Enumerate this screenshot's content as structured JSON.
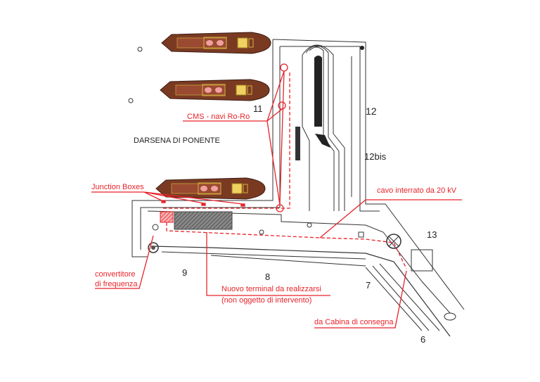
{
  "map": {
    "basin_name": "DARSENA DI PONENTE",
    "berths": [
      "11",
      "12",
      "12bis",
      "13",
      "9",
      "8",
      "7",
      "6"
    ]
  },
  "annotations": {
    "cms": "CMS - navi Ro-Ro",
    "junction_boxes": "Junction Boxes",
    "cable": "cavo interrato da 20 kV",
    "converter_line1": "convertitore",
    "converter_line2": "di frequenza",
    "terminal_line1": "Nuovo terminal da realizzarsi",
    "terminal_line2": "(non oggetto di intervento)",
    "substation": "da Cabina di consegna"
  },
  "colors": {
    "annotation": "#e8232a",
    "ship_hull": "#7a3a22",
    "ship_deck": "#e8c040",
    "outline": "#333333"
  }
}
